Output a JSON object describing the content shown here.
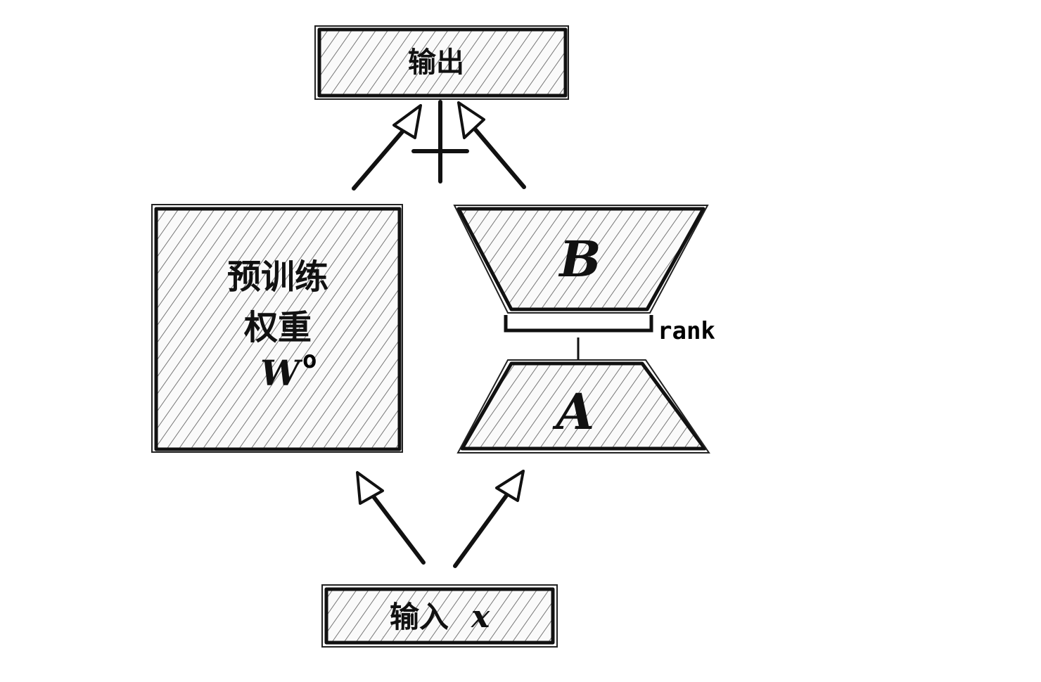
{
  "output_box": {
    "label": "输出"
  },
  "pretrained_box": {
    "line1": "预训练",
    "line2": "权重",
    "symbol": "W",
    "subscript": "o"
  },
  "matrix_b": {
    "label": "B"
  },
  "matrix_a": {
    "label": "A"
  },
  "rank_label": "rank",
  "input_box": {
    "label": "输入",
    "symbol": "x"
  },
  "plus_symbol": "+",
  "colors": {
    "ink": "#111111",
    "background": "#ffffff"
  }
}
